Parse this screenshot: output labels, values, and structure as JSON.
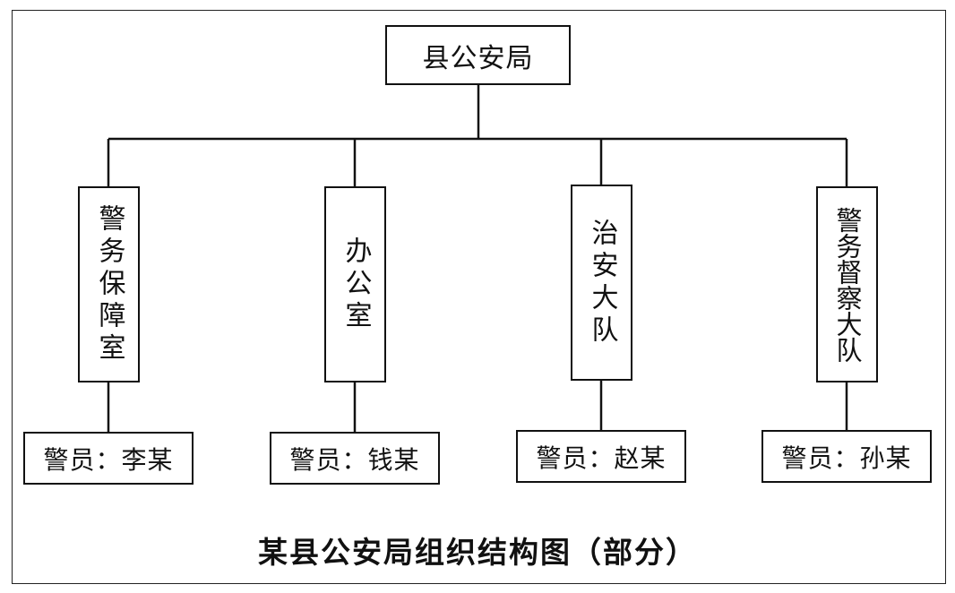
{
  "title": "某县公安局组织结构图（部分）",
  "root": {
    "label": "县公安局"
  },
  "departments": [
    {
      "label": "警务保障室",
      "staff": "警员：李某"
    },
    {
      "label": "办公室",
      "staff": "警员：钱某"
    },
    {
      "label": "治安大队",
      "staff": "警员：赵某"
    },
    {
      "label": "警务督察大队",
      "staff": "警员：孙某"
    }
  ],
  "colors": {
    "line": "#111111",
    "background": "#ffffff"
  }
}
